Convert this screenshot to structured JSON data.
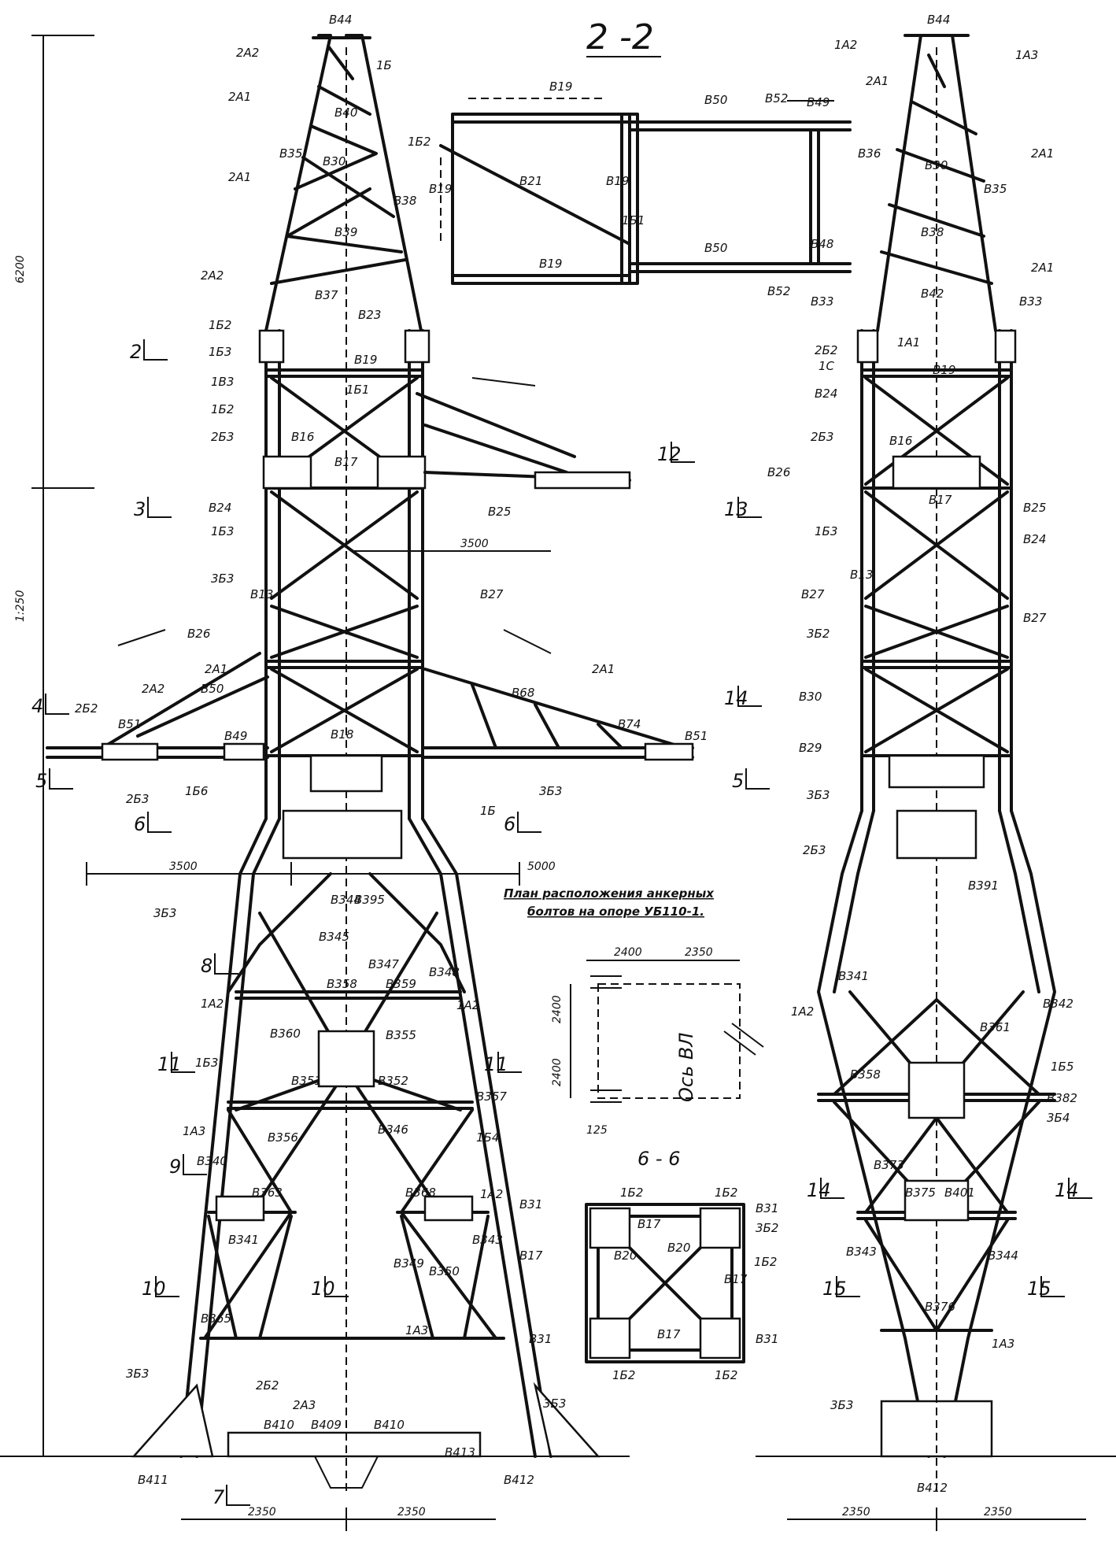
{
  "section_titles": {
    "section_2_2": "2 -2",
    "section_6_6": "6 - 6"
  },
  "anchor_plan_caption": {
    "line1": "План расположения анкерных",
    "line2": "болтов на опоре УБ110-1."
  },
  "dimensions": {
    "height_upper": "6200",
    "height_mid": "1:250",
    "arm_left": "3500",
    "arm_right": "5000",
    "arm_short": "3500",
    "base_left_1": "2350",
    "base_left_2": "2350",
    "base_right_1": "2350",
    "base_right_2": "2350",
    "anchor_h1": "2400",
    "anchor_h2": "2350",
    "anchor_v1": "2400",
    "anchor_v2": "2400",
    "anchor_axis": "Ось ВЛ",
    "anchor_small": "125"
  },
  "section_marks": [
    "2",
    "3",
    "4",
    "5",
    "6",
    "7",
    "8",
    "9",
    "10",
    "11",
    "12",
    "13",
    "14",
    "15"
  ],
  "front_labels": [
    {
      "id": "f1",
      "text": "В44"
    },
    {
      "id": "f2",
      "text": "2А2"
    },
    {
      "id": "f3",
      "text": "1Б"
    },
    {
      "id": "f4",
      "text": "2А1"
    },
    {
      "id": "f5",
      "text": "В40"
    },
    {
      "id": "f6",
      "text": "В35"
    },
    {
      "id": "f7",
      "text": "В30"
    },
    {
      "id": "f8",
      "text": "В38"
    },
    {
      "id": "f9",
      "text": "2А1"
    },
    {
      "id": "f10",
      "text": "В39"
    },
    {
      "id": "f11",
      "text": "2А2"
    },
    {
      "id": "f12",
      "text": "В37"
    },
    {
      "id": "f13",
      "text": "1Б2"
    },
    {
      "id": "f14",
      "text": "1Б3"
    },
    {
      "id": "f15",
      "text": "1В3"
    },
    {
      "id": "f16",
      "text": "В23"
    },
    {
      "id": "f17",
      "text": "В19"
    },
    {
      "id": "f18",
      "text": "1Б1"
    },
    {
      "id": "f19",
      "text": "1Б2"
    },
    {
      "id": "f20",
      "text": "2Б3"
    },
    {
      "id": "f21",
      "text": "В16"
    },
    {
      "id": "f22",
      "text": "В17"
    },
    {
      "id": "f23",
      "text": "В24"
    },
    {
      "id": "f24",
      "text": "В25"
    },
    {
      "id": "f25",
      "text": "1Б3"
    },
    {
      "id": "f26",
      "text": "3Б3"
    },
    {
      "id": "f27",
      "text": "В13"
    },
    {
      "id": "f28",
      "text": "В26"
    },
    {
      "id": "f29",
      "text": "В27"
    },
    {
      "id": "f30",
      "text": "2А1"
    },
    {
      "id": "f31",
      "text": "2А2"
    },
    {
      "id": "f32",
      "text": "В50"
    },
    {
      "id": "f33",
      "text": "2Б2"
    },
    {
      "id": "f34",
      "text": "В51"
    },
    {
      "id": "f35",
      "text": "В49"
    },
    {
      "id": "f36",
      "text": "В18"
    },
    {
      "id": "f37",
      "text": "2Б3"
    },
    {
      "id": "f38",
      "text": "1Б6"
    },
    {
      "id": "f39",
      "text": "В68"
    },
    {
      "id": "f40",
      "text": "2А1"
    },
    {
      "id": "f41",
      "text": "В74"
    },
    {
      "id": "f42",
      "text": "В51"
    },
    {
      "id": "f43",
      "text": "3Б3"
    },
    {
      "id": "f44",
      "text": "1Б"
    },
    {
      "id": "f45",
      "text": "3Б3"
    },
    {
      "id": "f46",
      "text": "В344"
    },
    {
      "id": "f47",
      "text": "В395"
    },
    {
      "id": "f48",
      "text": "В345"
    },
    {
      "id": "f49",
      "text": "В347"
    },
    {
      "id": "f50",
      "text": "В348"
    },
    {
      "id": "f51",
      "text": "1А2"
    },
    {
      "id": "f52",
      "text": "В358"
    },
    {
      "id": "f53",
      "text": "В359"
    },
    {
      "id": "f54",
      "text": "1А2"
    },
    {
      "id": "f55",
      "text": "В360"
    },
    {
      "id": "f56",
      "text": "В355"
    },
    {
      "id": "f57",
      "text": "1Б3"
    },
    {
      "id": "f58",
      "text": "В351"
    },
    {
      "id": "f59",
      "text": "В352"
    },
    {
      "id": "f60",
      "text": "В357"
    },
    {
      "id": "f61",
      "text": "1А3"
    },
    {
      "id": "f62",
      "text": "В340"
    },
    {
      "id": "f63",
      "text": "В356"
    },
    {
      "id": "f64",
      "text": "В346"
    },
    {
      "id": "f65",
      "text": "1Б4"
    },
    {
      "id": "f66",
      "text": "В363"
    },
    {
      "id": "f67",
      "text": "В368"
    },
    {
      "id": "f68",
      "text": "1А2"
    },
    {
      "id": "f69",
      "text": "В341"
    },
    {
      "id": "f70",
      "text": "В349"
    },
    {
      "id": "f71",
      "text": "В350"
    },
    {
      "id": "f72",
      "text": "В343"
    },
    {
      "id": "f73",
      "text": "В365"
    },
    {
      "id": "f74",
      "text": "1А3"
    },
    {
      "id": "f75",
      "text": "3Б3"
    },
    {
      "id": "f76",
      "text": "2Б2"
    },
    {
      "id": "f77",
      "text": "2А3"
    },
    {
      "id": "f78",
      "text": "В410"
    },
    {
      "id": "f79",
      "text": "В409"
    },
    {
      "id": "f80",
      "text": "В410"
    },
    {
      "id": "f81",
      "text": "В411"
    },
    {
      "id": "f82",
      "text": "В413"
    },
    {
      "id": "f83",
      "text": "В412"
    },
    {
      "id": "f84",
      "text": "3Б3"
    }
  ],
  "side_labels": [
    {
      "id": "s1",
      "text": "В44"
    },
    {
      "id": "s2",
      "text": "1А2"
    },
    {
      "id": "s3",
      "text": "1А3"
    },
    {
      "id": "s4",
      "text": "2А1"
    },
    {
      "id": "s5",
      "text": "В36"
    },
    {
      "id": "s6",
      "text": "В30"
    },
    {
      "id": "s7",
      "text": "В35"
    },
    {
      "id": "s8",
      "text": "2А1"
    },
    {
      "id": "s9",
      "text": "В38"
    },
    {
      "id": "s10",
      "text": "2А1"
    },
    {
      "id": "s11",
      "text": "В33"
    },
    {
      "id": "s12",
      "text": "В33"
    },
    {
      "id": "s13",
      "text": "В42"
    },
    {
      "id": "s14",
      "text": "1А1"
    },
    {
      "id": "s15",
      "text": "2Б2"
    },
    {
      "id": "s16",
      "text": "В19"
    },
    {
      "id": "s17",
      "text": "1С"
    },
    {
      "id": "s18",
      "text": "В24"
    },
    {
      "id": "s19",
      "text": "2Б3"
    },
    {
      "id": "s20",
      "text": "В16"
    },
    {
      "id": "s21",
      "text": "В26"
    },
    {
      "id": "s22",
      "text": "В17"
    },
    {
      "id": "s23",
      "text": "В25"
    },
    {
      "id": "s24",
      "text": "В24"
    },
    {
      "id": "s25",
      "text": "1Б3"
    },
    {
      "id": "s26",
      "text": "В13"
    },
    {
      "id": "s27",
      "text": "В27"
    },
    {
      "id": "s28",
      "text": "В27"
    },
    {
      "id": "s29",
      "text": "3Б2"
    },
    {
      "id": "s30",
      "text": "В30"
    },
    {
      "id": "s31",
      "text": "В29"
    },
    {
      "id": "s32",
      "text": "3Б3"
    },
    {
      "id": "s33",
      "text": "2Б3"
    },
    {
      "id": "s34",
      "text": "В391"
    },
    {
      "id": "s35",
      "text": "1А2"
    },
    {
      "id": "s36",
      "text": "В342"
    },
    {
      "id": "s37",
      "text": "В341"
    },
    {
      "id": "s38",
      "text": "В361"
    },
    {
      "id": "s39",
      "text": "1Б5"
    },
    {
      "id": "s40",
      "text": "3Б4"
    },
    {
      "id": "s41",
      "text": "В358"
    },
    {
      "id": "s42",
      "text": "В382"
    },
    {
      "id": "s43",
      "text": "В373"
    },
    {
      "id": "s44",
      "text": "В375"
    },
    {
      "id": "s45",
      "text": "В401"
    },
    {
      "id": "s46",
      "text": "В343"
    },
    {
      "id": "s47",
      "text": "В344"
    },
    {
      "id": "s48",
      "text": "В376"
    },
    {
      "id": "s49",
      "text": "1А3"
    },
    {
      "id": "s50",
      "text": "3Б3"
    },
    {
      "id": "s51",
      "text": "В412"
    }
  ],
  "plan_2_2_labels": [
    {
      "id": "p1",
      "text": "В19"
    },
    {
      "id": "p2",
      "text": "В50"
    },
    {
      "id": "p3",
      "text": "В52"
    },
    {
      "id": "p4",
      "text": "В49"
    },
    {
      "id": "p5",
      "text": "1Б2"
    },
    {
      "id": "p6",
      "text": "В21"
    },
    {
      "id": "p7",
      "text": "В19"
    },
    {
      "id": "p8",
      "text": "В19"
    },
    {
      "id": "p9",
      "text": "1Б1"
    },
    {
      "id": "p10",
      "text": "В50"
    },
    {
      "id": "p11",
      "text": "В48"
    },
    {
      "id": "p12",
      "text": "В19"
    },
    {
      "id": "p13",
      "text": "В52"
    }
  ],
  "section_6_6_labels": [
    {
      "id": "q1",
      "text": "1Б2"
    },
    {
      "id": "q2",
      "text": "1Б2"
    },
    {
      "id": "q3",
      "text": "В31"
    },
    {
      "id": "q4",
      "text": "В31"
    },
    {
      "id": "q5",
      "text": "В17"
    },
    {
      "id": "q6",
      "text": "3Б2"
    },
    {
      "id": "q7",
      "text": "В20"
    },
    {
      "id": "q8",
      "text": "В20"
    },
    {
      "id": "q9",
      "text": "В17"
    },
    {
      "id": "q10",
      "text": "В17"
    },
    {
      "id": "q11",
      "text": "1Б2"
    },
    {
      "id": "q12",
      "text": "В31"
    },
    {
      "id": "q13",
      "text": "В31"
    },
    {
      "id": "q14",
      "text": "1Б2"
    },
    {
      "id": "q15",
      "text": "1Б2"
    },
    {
      "id": "q16",
      "text": "В17"
    }
  ]
}
